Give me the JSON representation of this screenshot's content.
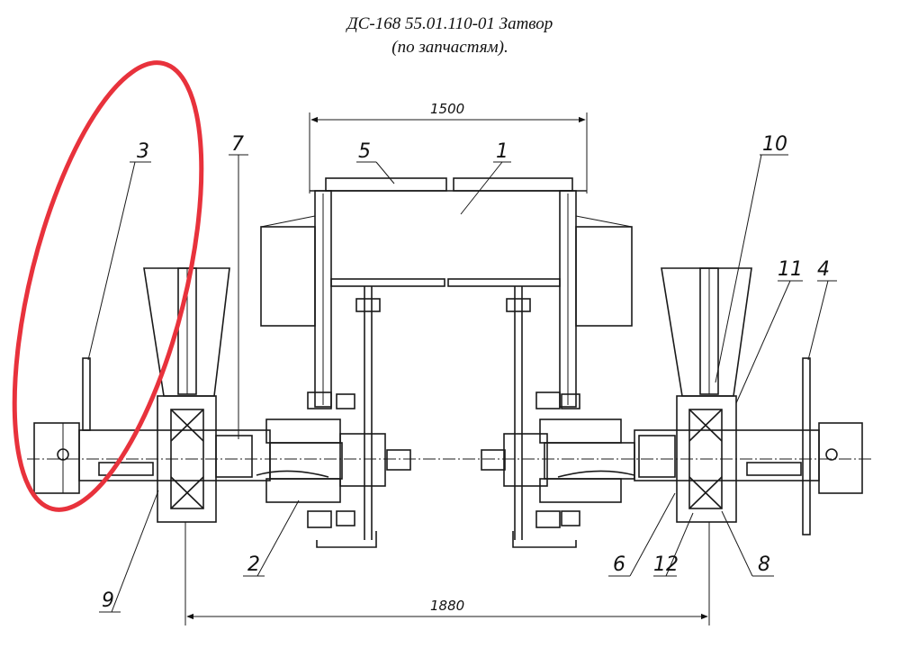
{
  "title": {
    "line1": "ДС-168 55.01.110-01 Затвор",
    "line2": "(по запчастям)."
  },
  "dimensions": {
    "top": "1500",
    "bottom": "1880"
  },
  "part_labels": [
    "1",
    "2",
    "3",
    "4",
    "5",
    "6",
    "7",
    "8",
    "9",
    "10",
    "11",
    "12"
  ],
  "highlight": {
    "color": "#e8323c",
    "shape": "ellipse"
  }
}
